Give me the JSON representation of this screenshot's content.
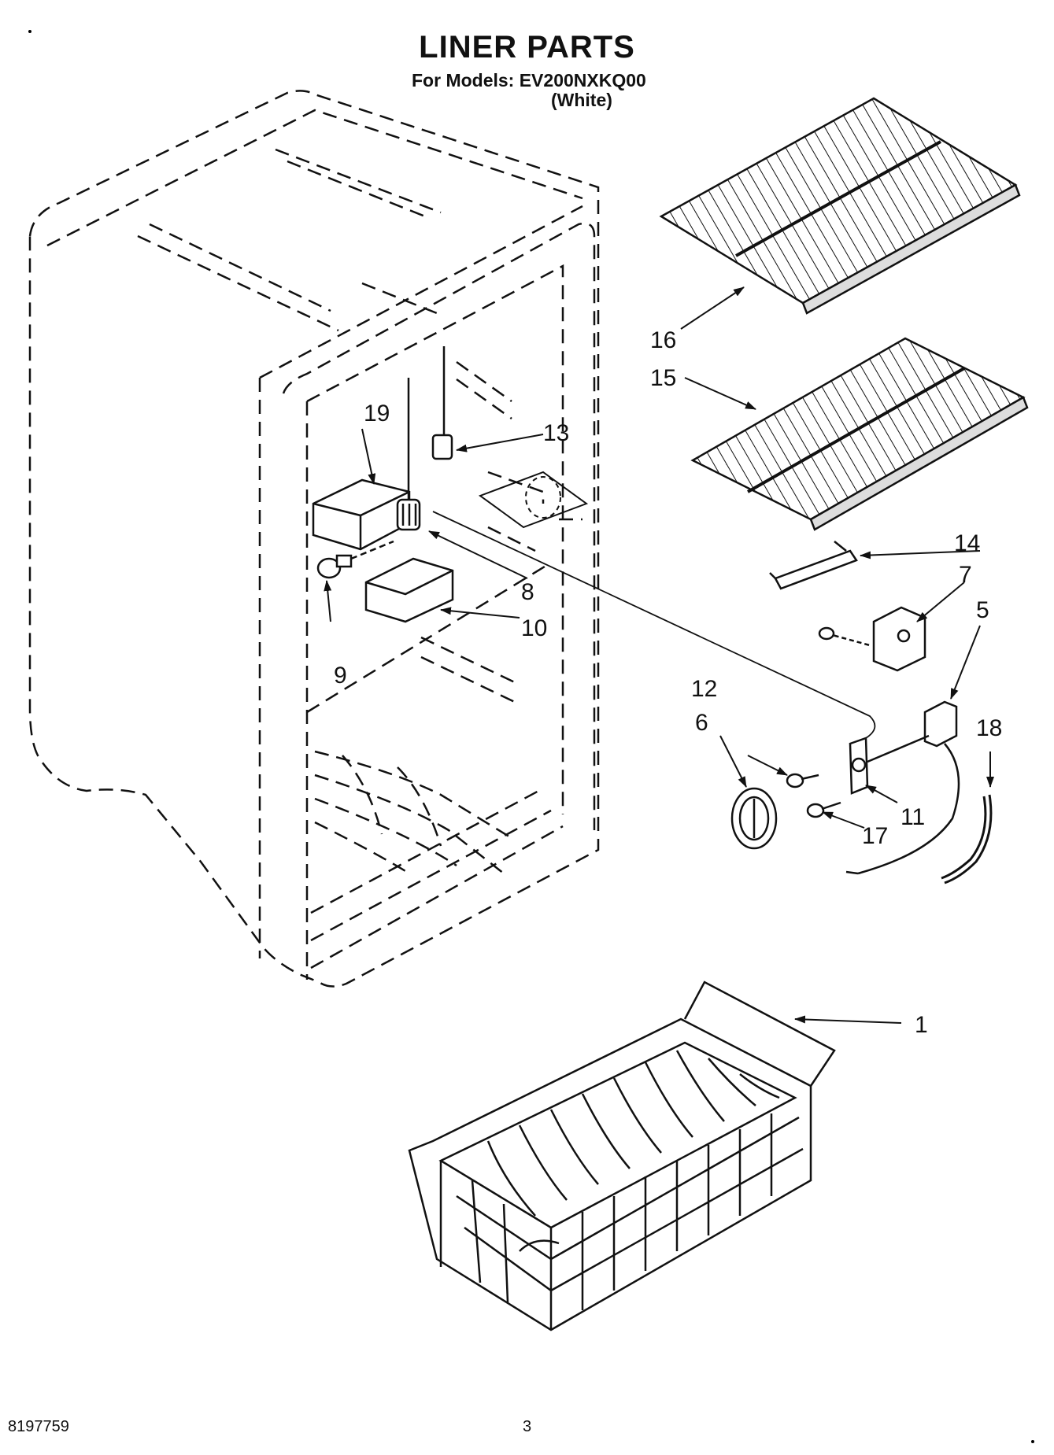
{
  "header": {
    "title": "LINER PARTS",
    "models_line": "For Models: EV200NXKQ00",
    "variant": "(White)"
  },
  "footer": {
    "doc_number": "8197759",
    "page_number": "3"
  },
  "callouts": {
    "p1": "1",
    "p5": "5",
    "p6": "6",
    "p7": "7",
    "p8": "8",
    "p9": "9",
    "p10": "10",
    "p11": "11",
    "p12": "12",
    "p13": "13",
    "p14": "14",
    "p15": "15",
    "p16": "16",
    "p17": "17",
    "p18": "18",
    "p19": "19"
  }
}
